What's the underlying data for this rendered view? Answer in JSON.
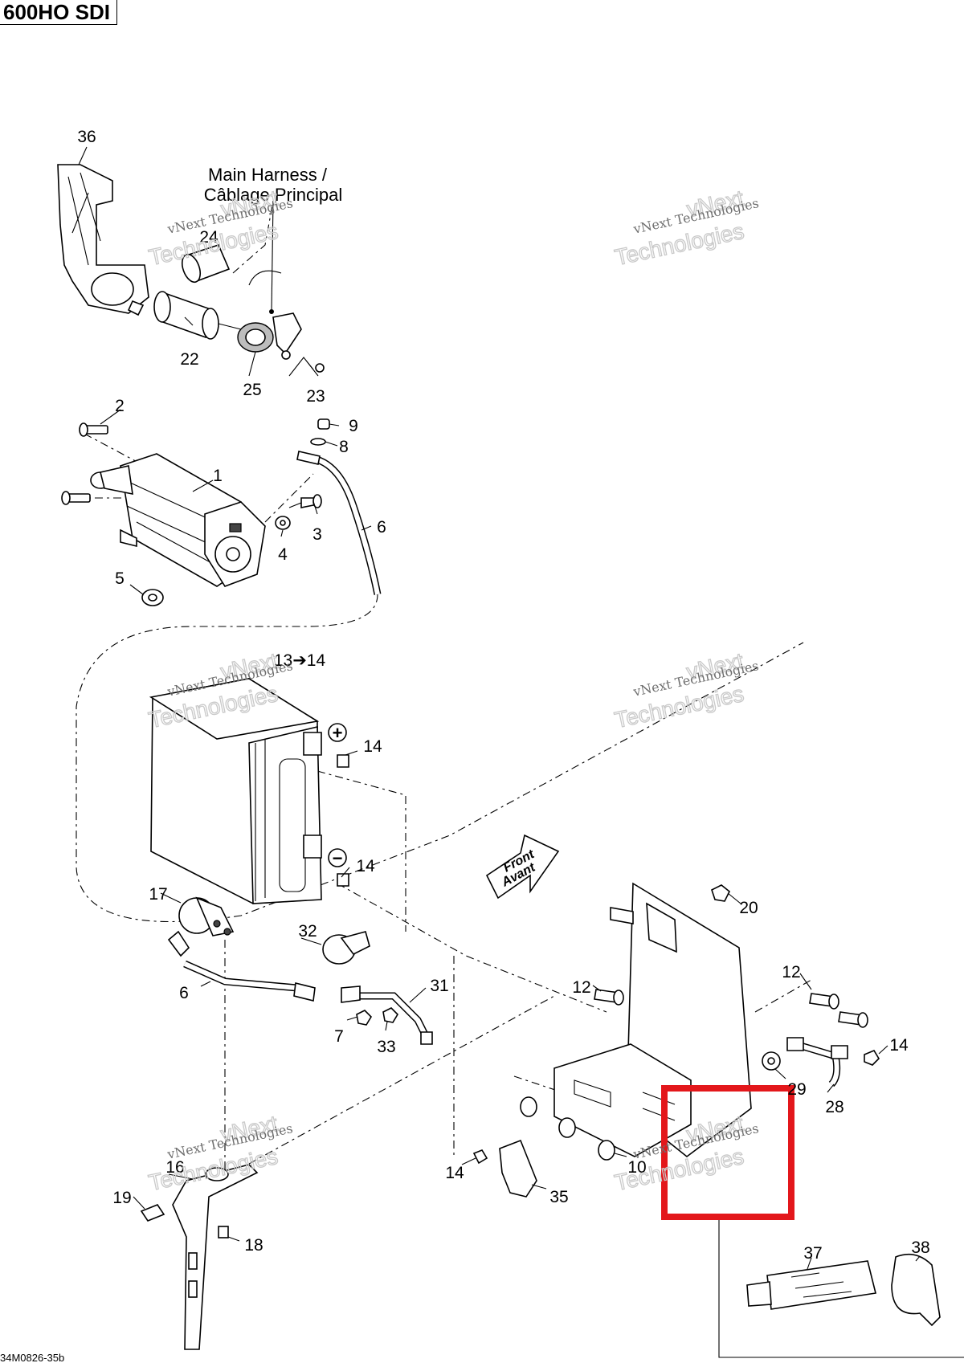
{
  "header": {
    "model": "600HO SDI"
  },
  "footer": {
    "drawing_code": "34M0826-35b"
  },
  "harness_label": {
    "line1": "Main Harness /",
    "line2": "Câblage Principal"
  },
  "front_arrow": {
    "line1": "Front",
    "line2": "Avant"
  },
  "terminals": {
    "positive": "+",
    "negative": "−"
  },
  "watermark": {
    "company_line": "vNext Technologies",
    "big_line1": "vNext",
    "big_line2": "Technologies"
  },
  "callouts": {
    "c36": "36",
    "c24": "24",
    "c22": "22",
    "c25": "25",
    "c23": "23",
    "c2": "2",
    "c9": "9",
    "c8": "8",
    "c1": "1",
    "c6a": "6",
    "c3": "3",
    "c4": "4",
    "c5": "5",
    "c13_14": "13➔14",
    "c14a": "14",
    "c14b": "14",
    "c17": "17",
    "c32": "32",
    "c6b": "6",
    "c31": "31",
    "c7": "7",
    "c33": "33",
    "c20": "20",
    "c12a": "12",
    "c12b": "12",
    "c14c": "14",
    "c29": "29",
    "c28": "28",
    "c14d": "14",
    "c10": "10",
    "c35": "35",
    "c16": "16",
    "c19": "19",
    "c18": "18",
    "c37": "37",
    "c38": "38"
  },
  "highlight": {
    "color": "#e3171b"
  }
}
